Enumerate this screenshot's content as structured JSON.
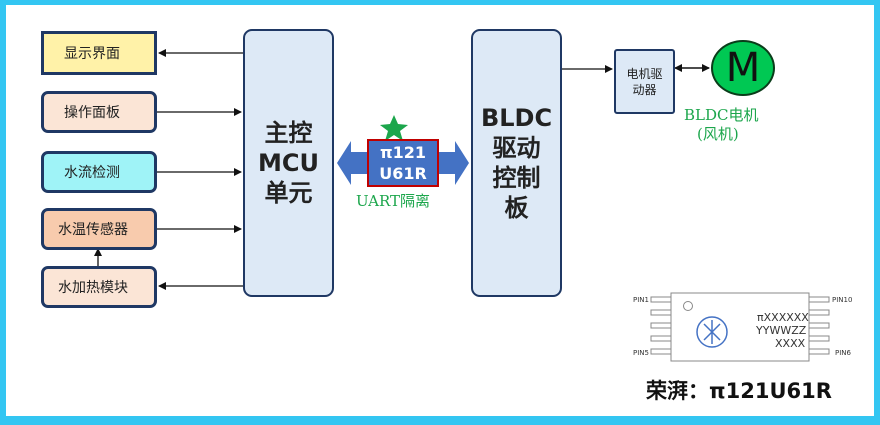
{
  "left_blocks": [
    "显示界面",
    "操作面板",
    "水流检测",
    "水温传感器",
    "水加热模块"
  ],
  "mcu": [
    "主控",
    "MCU",
    "单元"
  ],
  "isolator": {
    "line1": "π121",
    "line2": "U61R",
    "caption": "UART隔离"
  },
  "bldc_board": [
    "BLDC",
    "驱动",
    "控制",
    "板"
  ],
  "motor_driver": [
    "电机驱",
    "动器"
  ],
  "motor": {
    "symbol": "M",
    "caption1": "BLDC电机",
    "caption2": "(风机)"
  },
  "chip": {
    "marking": [
      "πXXXXXX",
      "YYWWZZ",
      "XXXX"
    ],
    "pins": {
      "pin1": "PIN1",
      "pin10": "PIN10",
      "pin5": "PIN5",
      "pin6": "PIN6"
    },
    "logo_icon": "rongpai-logo-icon"
  },
  "footer": "荣湃：π121U61R",
  "colors": {
    "frame": "#33c6f2",
    "display_fill": "#fff2a8",
    "panel_fill": "#fbe5d6",
    "flow_fill": "#9ff3f7",
    "sensor_fill": "#f8cbad",
    "block_fill": "#dde9f6",
    "isolator_fill": "#4472c4",
    "isolator_border": "#c00000",
    "star": "#1ca64c",
    "motor_fill": "#00c853",
    "caption_green": "#1ca64c"
  }
}
